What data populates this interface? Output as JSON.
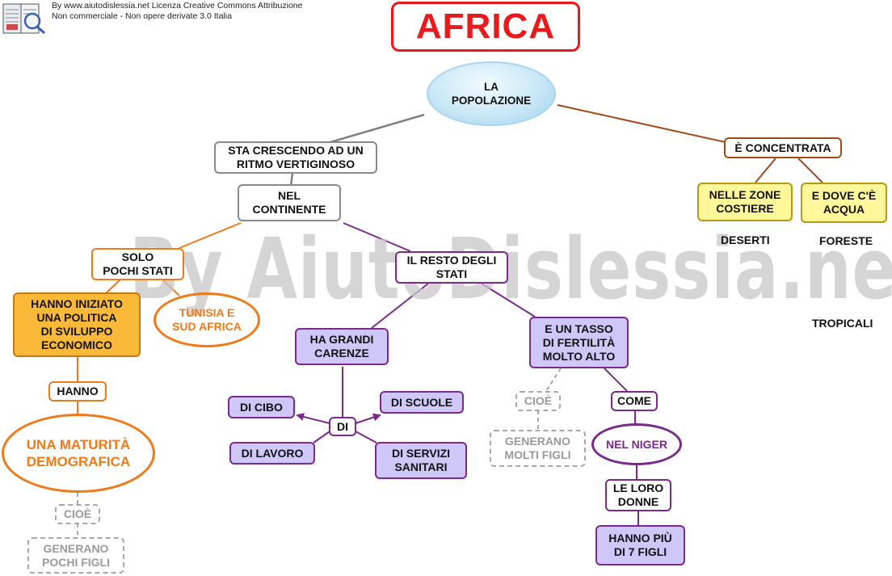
{
  "credit": {
    "line1": "By www.aiutodislessia.net Licenza Creative Commons Attribuzione",
    "line2": "Non commerciale - Non opere derivate 3.0 Italia"
  },
  "title": "AFRICA",
  "watermark": "By AiutoDislessia.net",
  "nodes": {
    "popolazione": "LA\nPOPOLAZIONE",
    "crescendo": "STA CRESCENDO AD UN\nRITMO VERTIGINOSO",
    "continente": "NEL\nCONTINENTE",
    "pochi_stati": "SOLO\nPOCHI STATI",
    "politica": "HANNO INIZIATO\nUNA POLITICA\nDI SVILUPPO\nECONOMICO",
    "tunisia": "TUNISIA E\nSUD AFRICA",
    "hanno": "HANNO",
    "maturita": "UNA MATURITÀ\nDEMOGRAFICA",
    "cioe_left": "CIOÈ",
    "pochi_figli": "GENERANO\nPOCHI FIGLI",
    "resto": "IL RESTO DEGLI\nSTATI",
    "carenze": "HA GRANDI\nCARENZE",
    "di": "DI",
    "cibo": "DI CIBO",
    "scuole": "DI SCUOLE",
    "lavoro": "DI LAVORO",
    "servizi": "DI SERVIZI\nSANITARI",
    "fertilita": "E UN TASSO\nDI FERTILITÀ\nMOLTO ALTO",
    "cioe_mid": "CIOÈ",
    "molti_figli": "GENERANO\nMOLTI FIGLI",
    "come": "COME",
    "niger": "NEL NIGER",
    "donne": "LE LORO\nDONNE",
    "sette_figli": "HANNO PIÙ\nDI 7 FIGLI",
    "concentrata": "È CONCENTRATA",
    "costiere": "NELLE ZONE\nCOSTIERE",
    "acqua": "E DOVE C'È\nACQUA",
    "deserti": "DESERTI",
    "foreste": "FORESTE",
    "tropicali": "TROPICALI"
  },
  "colors": {
    "title_red": "#e81a1b",
    "orange": "#f07a18",
    "purple": "#7a2a8a",
    "brown": "#a04a1a",
    "lavender": "#cfc7f7",
    "yellow": "#fff79a",
    "gold": "#fbb93a"
  }
}
